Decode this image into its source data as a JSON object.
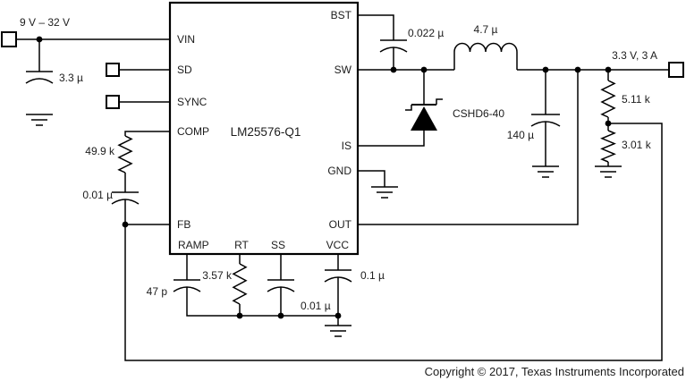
{
  "colors": {
    "wire": "#000000",
    "background": "#ffffff",
    "text": "#1c1c1c"
  },
  "ic": {
    "name": "LM25576-Q1",
    "pins": {
      "vin": "VIN",
      "sd": "SD",
      "sync": "SYNC",
      "comp": "COMP",
      "fb": "FB",
      "ramp": "RAMP",
      "bst": "BST",
      "sw": "SW",
      "is": "IS",
      "gnd": "GND",
      "out": "OUT",
      "vcc": "VCC",
      "rt": "RT",
      "ss": "SS"
    }
  },
  "nets": {
    "input_label": "9 V – 32 V",
    "output_label": "3.3 V, 3 A"
  },
  "components": {
    "input_cap": "3.3 µ",
    "comp_resistor": "49.9 k",
    "comp_cap": "0.01 µ",
    "bst_cap": "0.022 µ",
    "inductor": "4.7 µ",
    "diode": "CSHD6-40",
    "output_cap": "140 µ",
    "fb_top_resistor": "5.11 k",
    "fb_bottom_resistor": "3.01 k",
    "ramp_cap": "47 p",
    "rt_resistor": "3.57 k",
    "ss_cap": "0.01 µ",
    "vcc_cap": "0.1 µ"
  },
  "footer": {
    "copyright": "Copyright © 2017, Texas Instruments Incorporated"
  }
}
